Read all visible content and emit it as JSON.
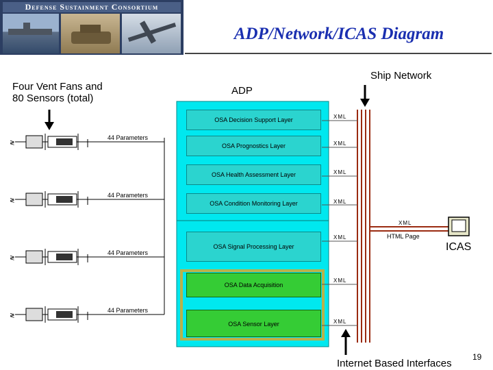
{
  "banner": {
    "title": "Defense Sustainment Consortium"
  },
  "title": "ADP/Network/ICAS Diagram",
  "labels": {
    "sensors": [
      "Four Vent Fans and",
      "80 Sensors (total)"
    ],
    "adp": "ADP",
    "ship_network": "Ship Network",
    "internet": "Internet Based Interfaces",
    "icas": "ICAS",
    "html_page": "HTML Page",
    "page_number": "19"
  },
  "parameters": [
    "44 Parameters",
    "44 Parameters",
    "44 Parameters",
    "44 Parameters"
  ],
  "layers": [
    "OSA Decision Support Layer",
    "OSA Prognostics Layer",
    "OSA Health Assessment Layer",
    "OSA Condition Monitoring Layer",
    "OSA Signal Processing Layer",
    "OSA Data Acquisition",
    "OSA Sensor Layer"
  ],
  "xml_labels": [
    "XML",
    "XML",
    "XML",
    "XML",
    "XML",
    "XML",
    "XML",
    "XML"
  ],
  "colors": {
    "layer_fill": "#2bd4cf",
    "adp_box": "#00e8ef",
    "green_layer": "#35cc35",
    "highlight": "#b9b24a",
    "title": "#1a2fb0",
    "bus": "#9a2a10"
  }
}
